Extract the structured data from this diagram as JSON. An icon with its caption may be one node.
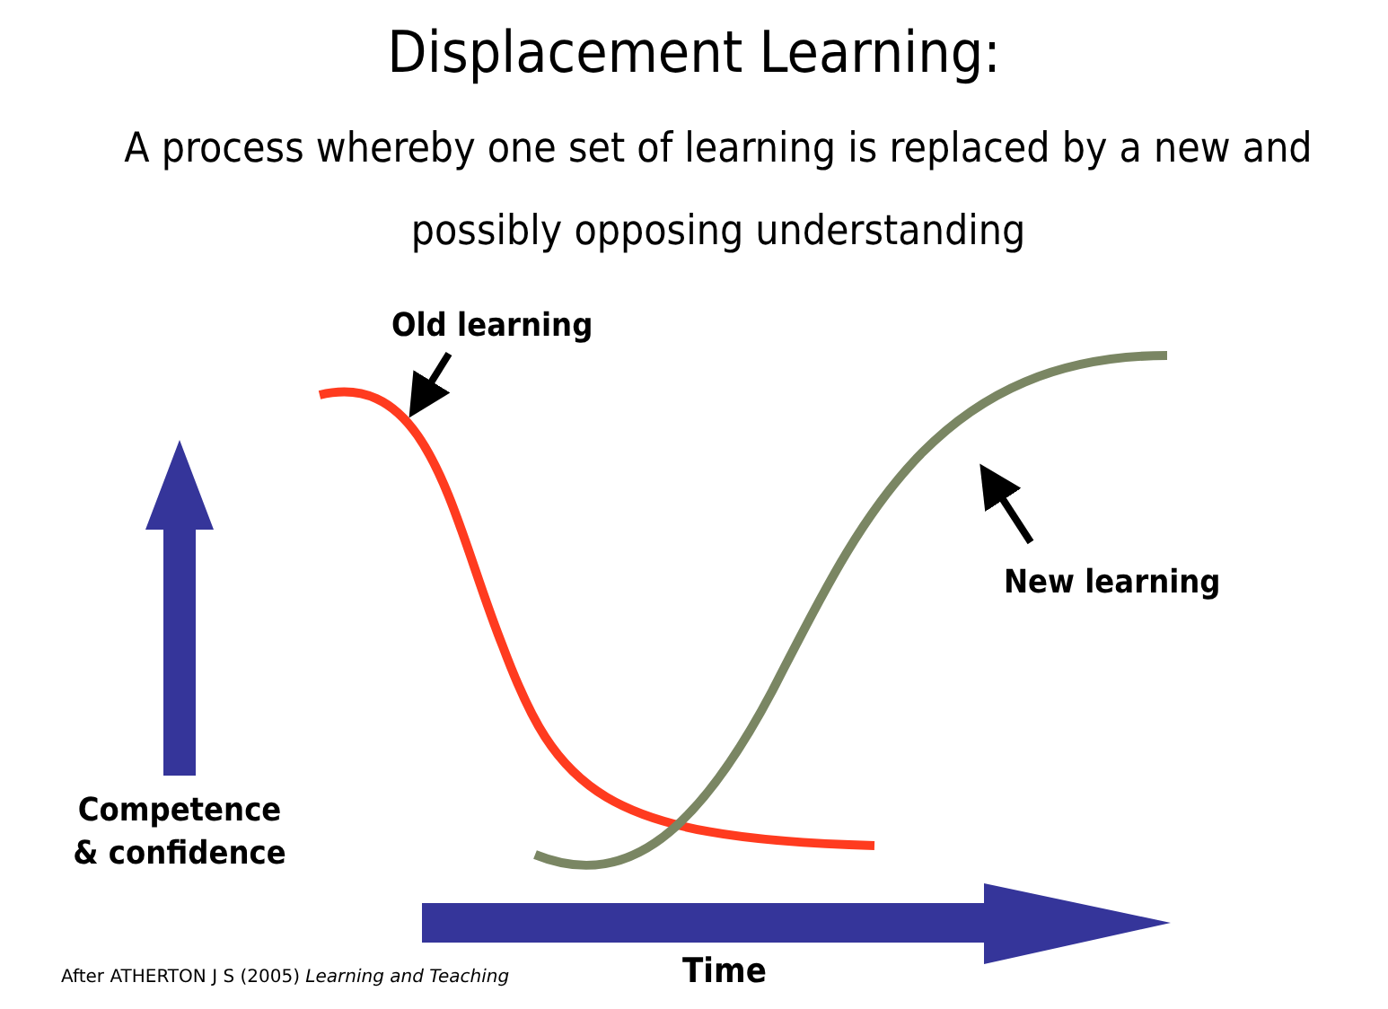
{
  "diagram": {
    "title": "Displacement Learning:",
    "caption": "A process whereby one set of learning is replaced by a new and possibly opposing understanding",
    "nodes": [
      {
        "text": [
          "Old learning"
        ]
      },
      {
        "text": [],
        "shape": "curve"
      },
      {
        "text": [],
        "shape": "curve"
      },
      {
        "text": [
          "New learning"
        ]
      }
    ],
    "edges": [
      {
        "from": 0,
        "to": 1,
        "arrow": "to"
      },
      {
        "from": 3,
        "to": 2,
        "arrow": "to"
      }
    ],
    "labels": [
      "Competence & confidence",
      "Time",
      "After ATHERTON J S (2005) *Learning and Teaching*"
    ]
  }
}
